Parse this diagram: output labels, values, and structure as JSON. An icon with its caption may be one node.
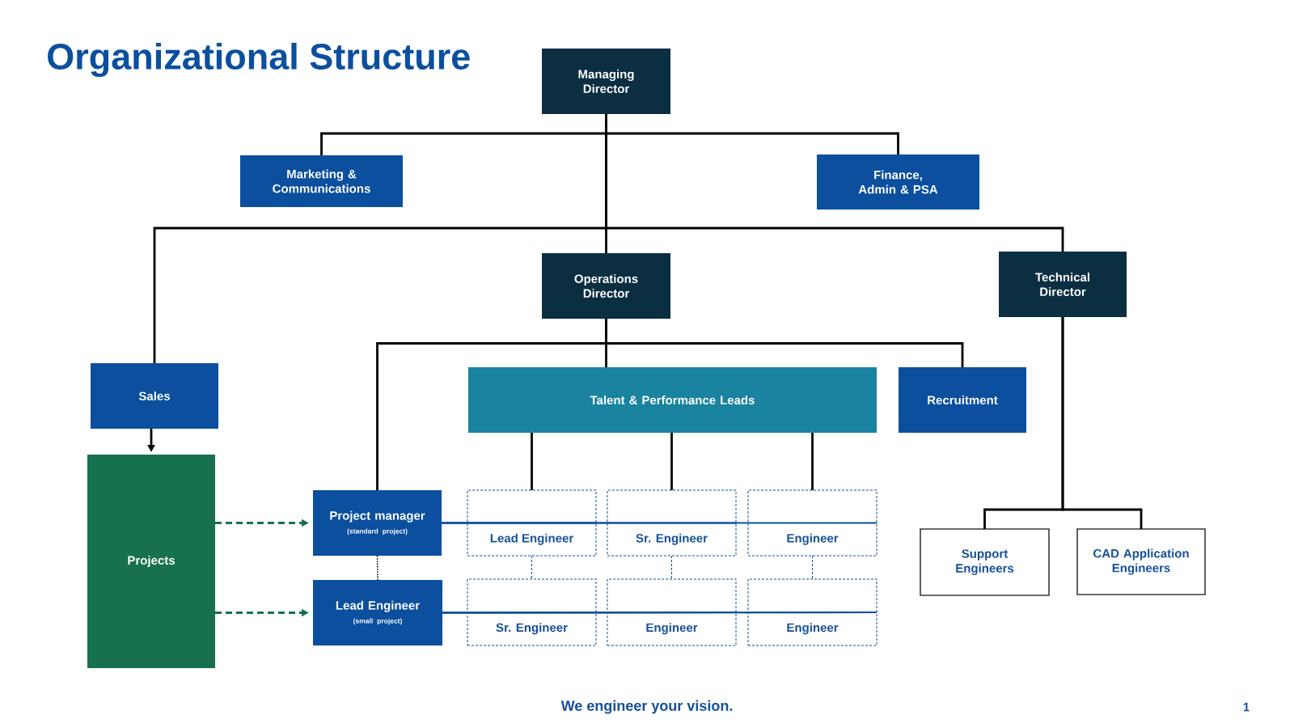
{
  "diagram": {
    "title": "Organizational Structure",
    "nodes": [
      {
        "text": [
          "Managing Director"
        ]
      },
      {
        "text": [
          "Marketing & Communications"
        ]
      },
      {
        "text": [
          "Finance, Admin & PSA"
        ]
      },
      {
        "text": [
          "Operations Director"
        ]
      },
      {
        "text": [
          "Technical Director"
        ]
      },
      {
        "text": [
          "Sales"
        ]
      },
      {
        "text": [
          "Talent & Performance Leads"
        ]
      },
      {
        "text": [
          "Recruitment"
        ]
      },
      {
        "text": [
          "Projects"
        ]
      },
      {
        "text": [
          "Project manager",
          "(standard project)"
        ]
      },
      {
        "text": [
          "Lead Engineer",
          "(small project)"
        ]
      },
      {
        "text": [
          "Lead Engineer"
        ]
      },
      {
        "text": [
          "Sr. Engineer"
        ]
      },
      {
        "text": [
          "Engineer"
        ]
      },
      {
        "text": [
          "Sr. Engineer"
        ]
      },
      {
        "text": [
          "Engineer"
        ]
      },
      {
        "text": [
          "Engineer"
        ]
      },
      {
        "text": [
          "Support Engineers"
        ]
      },
      {
        "text": [
          "CAD Application Engineers"
        ]
      }
    ],
    "edges": [
      {
        "from": 0,
        "to": 1,
        "arrow": "none"
      },
      {
        "from": 0,
        "to": 2,
        "arrow": "none"
      },
      {
        "from": 0,
        "to": 3,
        "arrow": "none"
      },
      {
        "from": 0,
        "to": 5,
        "arrow": "none"
      },
      {
        "from": 0,
        "to": 4,
        "arrow": "none"
      },
      {
        "from": 3,
        "to": 9,
        "arrow": "none"
      },
      {
        "from": 3,
        "to": 6,
        "arrow": "none"
      },
      {
        "from": 3,
        "to": 7,
        "arrow": "none"
      },
      {
        "from": 5,
        "to": 8,
        "arrow": "to"
      },
      {
        "from": 6,
        "to": 11,
        "arrow": "none"
      },
      {
        "from": 6,
        "to": 12,
        "arrow": "none"
      },
      {
        "from": 6,
        "to": 13,
        "arrow": "none"
      },
      {
        "from": 4,
        "to": 17,
        "arrow": "none"
      },
      {
        "from": 4,
        "to": 18,
        "arrow": "none"
      },
      {
        "from": 8,
        "to": 9,
        "arrow": "to",
        "style": "dashed",
        "color": "#17714f"
      },
      {
        "from": 8,
        "to": 10,
        "arrow": "to",
        "style": "dashed",
        "color": "#17714f"
      },
      {
        "from": 9,
        "to": 10,
        "arrow": "none",
        "style": "dashed"
      },
      {
        "from": 9,
        "to": 11,
        "arrow": "none",
        "color": "#0b4f9e"
      },
      {
        "from": 9,
        "to": 12,
        "arrow": "none",
        "color": "#0b4f9e"
      },
      {
        "from": 9,
        "to": 13,
        "arrow": "none",
        "color": "#0b4f9e"
      },
      {
        "from": 10,
        "to": 14,
        "arrow": "none",
        "color": "#0b4f9e"
      },
      {
        "from": 10,
        "to": 15,
        "arrow": "none",
        "color": "#0b4f9e"
      },
      {
        "from": 10,
        "to": 16,
        "arrow": "none",
        "color": "#0b4f9e"
      },
      {
        "from": 11,
        "to": 14,
        "arrow": "none",
        "style": "dashed",
        "color": "#0b4f9e"
      },
      {
        "from": 12,
        "to": 15,
        "arrow": "none",
        "style": "dashed",
        "color": "#0b4f9e"
      },
      {
        "from": 13,
        "to": 16,
        "arrow": "none",
        "style": "dashed",
        "color": "#0b4f9e"
      }
    ],
    "labels": [
      "We engineer your vision.",
      "1"
    ]
  }
}
